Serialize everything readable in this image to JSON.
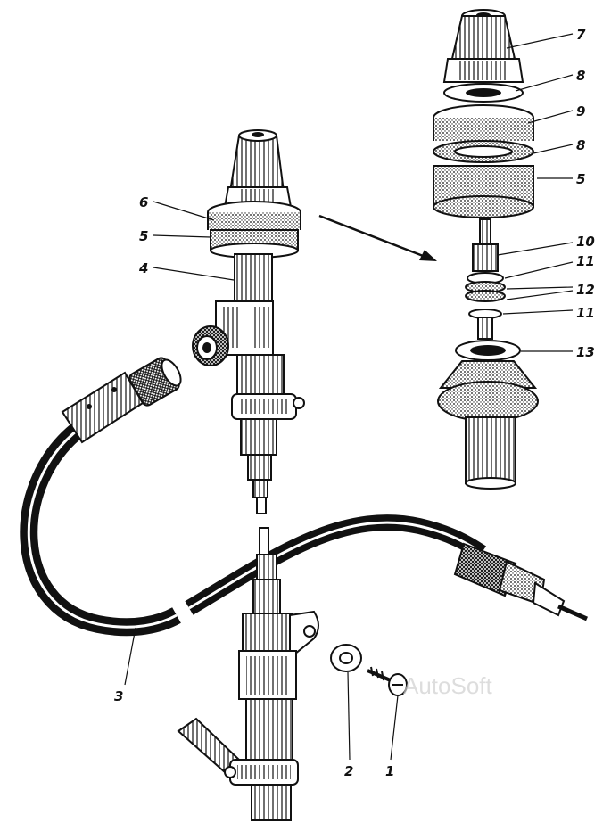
{
  "labels": {
    "l1": "1",
    "l2": "2",
    "l3": "3",
    "l4": "4",
    "l5a": "5",
    "l5b": "5",
    "l6": "6",
    "l7": "7",
    "l8a": "8",
    "l8b": "8",
    "l9": "9",
    "l10": "10",
    "l11a": "11",
    "l11b": "11",
    "l12": "12",
    "l13": "13"
  },
  "watermark": "AutoSoft",
  "colors": {
    "ink": "#111111",
    "paper": "#ffffff",
    "watermark": "#cfcfcf"
  }
}
